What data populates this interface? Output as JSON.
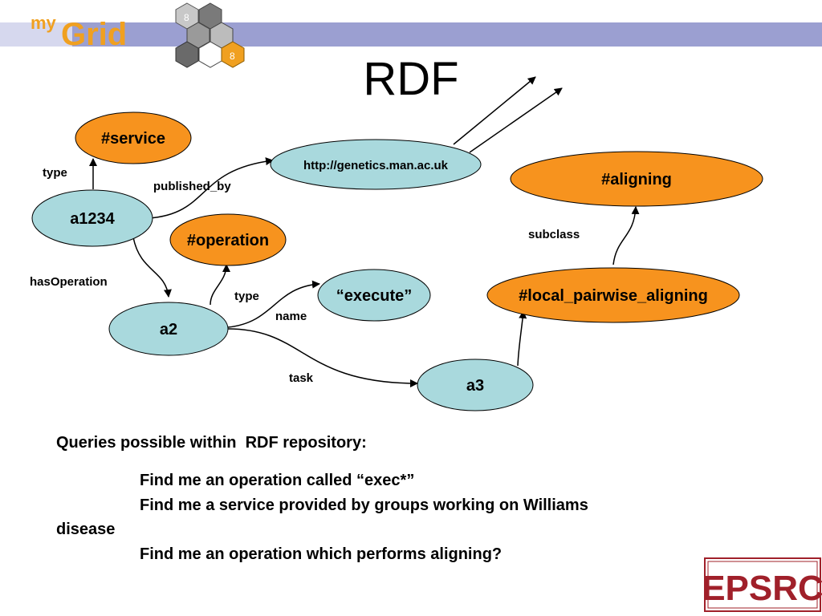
{
  "header": {
    "logo_my": "my",
    "logo_grid": "Grid",
    "logo_hex_glyph": "8",
    "colors": {
      "band": "#9b9fd1",
      "logo_orange": "#f0a020"
    }
  },
  "title": "RDF",
  "diagram": {
    "nodes": {
      "service": "#service",
      "a1234": "a1234",
      "genetics": "http://genetics.man.ac.uk",
      "operation": "#operation",
      "a2": "a2",
      "execute": "“execute”",
      "a3": "a3",
      "aligning": "#aligning",
      "local": "#local_pairwise_aligning"
    },
    "edges": {
      "type1": "type",
      "published_by": "published_by",
      "hasOperation": "hasOperation",
      "type2": "type",
      "name": "name",
      "task": "task",
      "subclass": "subclass"
    },
    "colors": {
      "resource_fill": "#a9d9dd",
      "class_fill": "#f7931e",
      "stroke": "#000000"
    }
  },
  "queries": {
    "heading": "Queries possible within  RDF repository:",
    "q1": "Find me an operation called “exec*”",
    "q2": "Find me a service provided by groups working on Williams",
    "q2b": "disease",
    "q3": "Find me an operation which performs aligning?"
  },
  "footer": {
    "epsrc": "EPSRC",
    "colors": {
      "epsrc": "#a0202a"
    }
  }
}
